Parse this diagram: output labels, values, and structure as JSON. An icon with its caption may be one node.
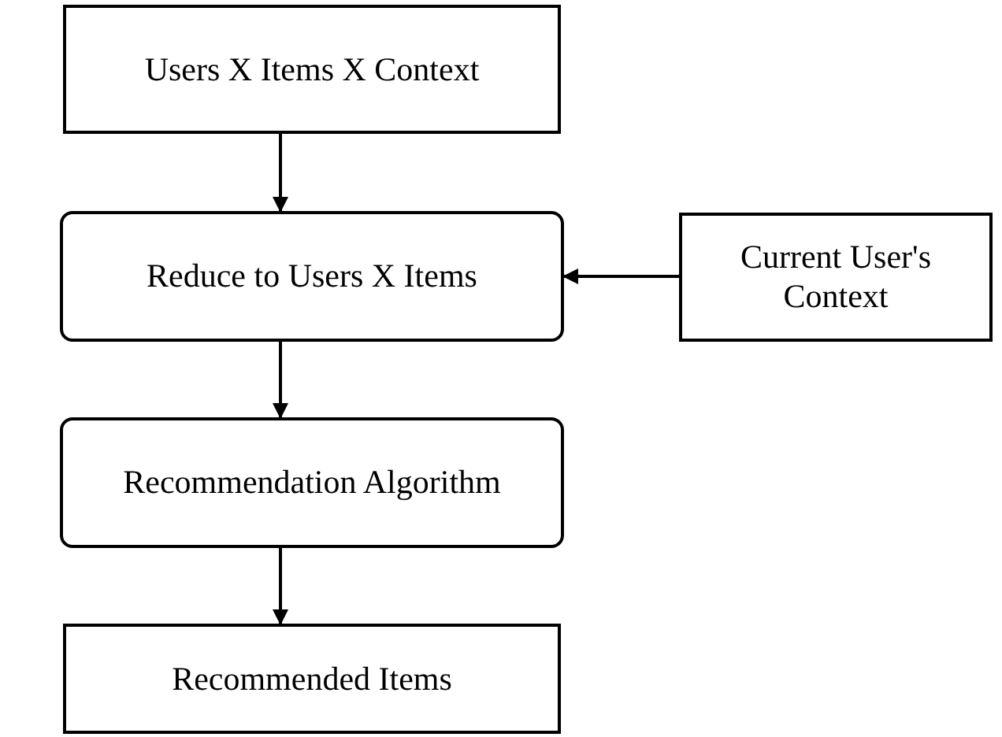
{
  "diagram": {
    "nodes": [
      {
        "text": [
          "Users X Items X Context"
        ]
      },
      {
        "text": [
          "Reduce to Users X Items"
        ]
      },
      {
        "text": [
          "Recommendation Algorithm"
        ]
      },
      {
        "text": [
          "Recommended Items"
        ]
      },
      {
        "text": [
          "Current User's Context"
        ]
      }
    ],
    "edges": [
      {
        "from": 0,
        "to": 1,
        "arrow": "to"
      },
      {
        "from": 1,
        "to": 2,
        "arrow": "to"
      },
      {
        "from": 2,
        "to": 3,
        "arrow": "to"
      },
      {
        "from": 4,
        "to": 1,
        "arrow": "to"
      }
    ]
  }
}
